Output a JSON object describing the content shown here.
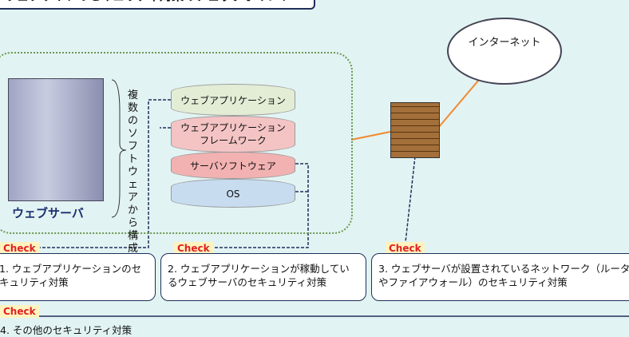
{
  "title": "ウェブサイトのセキュリティ対策のチェックポイント",
  "server_label": "ウェブサーバ",
  "vertical_label": "複数のソフトウェアから構成",
  "layers": [
    "ウェブアプリケーション",
    "ウェブアプリケーション\nフレームワーク",
    "サーバソフトウェア",
    "OS"
  ],
  "internet": "インターネット",
  "check": "Check",
  "items": [
    "1. ウェブアプリケーションのセキュリティ対策",
    "2. ウェブアプリケーションが稼動しているウェブサーバのセキュリティ対策",
    "3. ウェブサーバが設置されているネットワーク（ルータやファイアウォール）のセキュリティ対策",
    "4. その他のセキュリティ対策"
  ]
}
